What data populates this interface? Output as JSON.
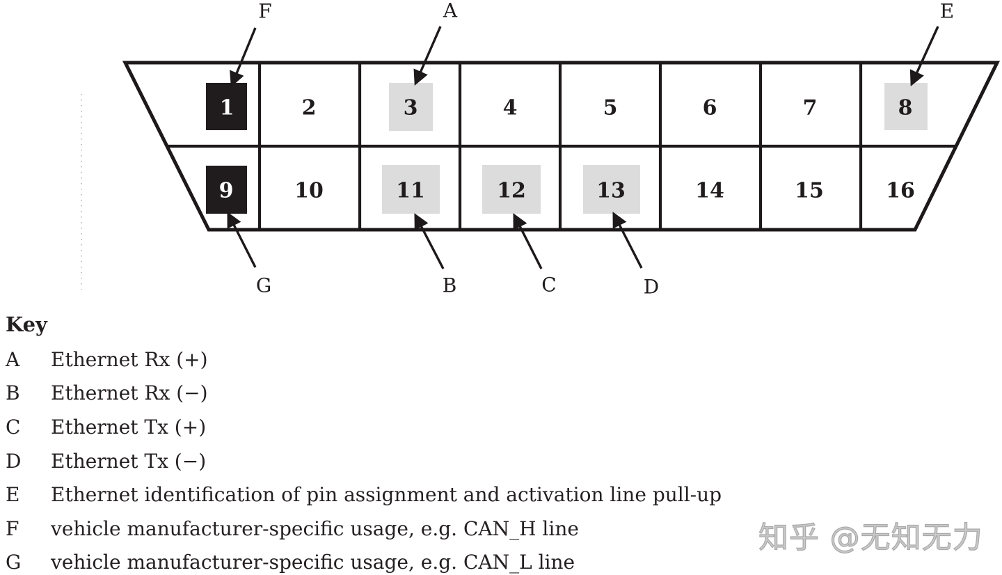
{
  "diagram": {
    "pins": [
      {
        "number": "1",
        "highlight": "dark"
      },
      {
        "number": "2",
        "highlight": "none"
      },
      {
        "number": "3",
        "highlight": "light"
      },
      {
        "number": "4",
        "highlight": "none"
      },
      {
        "number": "5",
        "highlight": "none"
      },
      {
        "number": "6",
        "highlight": "none"
      },
      {
        "number": "7",
        "highlight": "none"
      },
      {
        "number": "8",
        "highlight": "light"
      },
      {
        "number": "9",
        "highlight": "dark"
      },
      {
        "number": "10",
        "highlight": "none"
      },
      {
        "number": "11",
        "highlight": "light"
      },
      {
        "number": "12",
        "highlight": "light"
      },
      {
        "number": "13",
        "highlight": "light"
      },
      {
        "number": "14",
        "highlight": "none"
      },
      {
        "number": "15",
        "highlight": "none"
      },
      {
        "number": "16",
        "highlight": "none"
      }
    ],
    "callouts": [
      {
        "letter": "F",
        "target_pin": "1",
        "position": "top"
      },
      {
        "letter": "A",
        "target_pin": "3",
        "position": "top"
      },
      {
        "letter": "E",
        "target_pin": "8",
        "position": "top"
      },
      {
        "letter": "G",
        "target_pin": "9",
        "position": "bottom"
      },
      {
        "letter": "B",
        "target_pin": "11",
        "position": "bottom"
      },
      {
        "letter": "C",
        "target_pin": "12",
        "position": "bottom"
      },
      {
        "letter": "D",
        "target_pin": "13",
        "position": "bottom"
      }
    ],
    "colors": {
      "pin_dark": "#201c1d",
      "pin_light": "#dcdcdc",
      "line": "#1d191a"
    }
  },
  "key": {
    "title": "Key",
    "entries": [
      {
        "letter": "A",
        "description": "Ethernet Rx (+)"
      },
      {
        "letter": "B",
        "description": "Ethernet Rx (−)"
      },
      {
        "letter": "C",
        "description": "Ethernet Tx (+)"
      },
      {
        "letter": "D",
        "description": "Ethernet Tx (−)"
      },
      {
        "letter": "E",
        "description": "Ethernet identification of pin assignment and activation line pull-up"
      },
      {
        "letter": "F",
        "description": "vehicle manufacturer-specific usage, e.g. CAN_H line"
      },
      {
        "letter": "G",
        "description": "vehicle manufacturer-specific usage, e.g. CAN_L line"
      }
    ]
  },
  "watermark": {
    "text": "知乎 @无知无力",
    "color": "#b9b9b9"
  }
}
